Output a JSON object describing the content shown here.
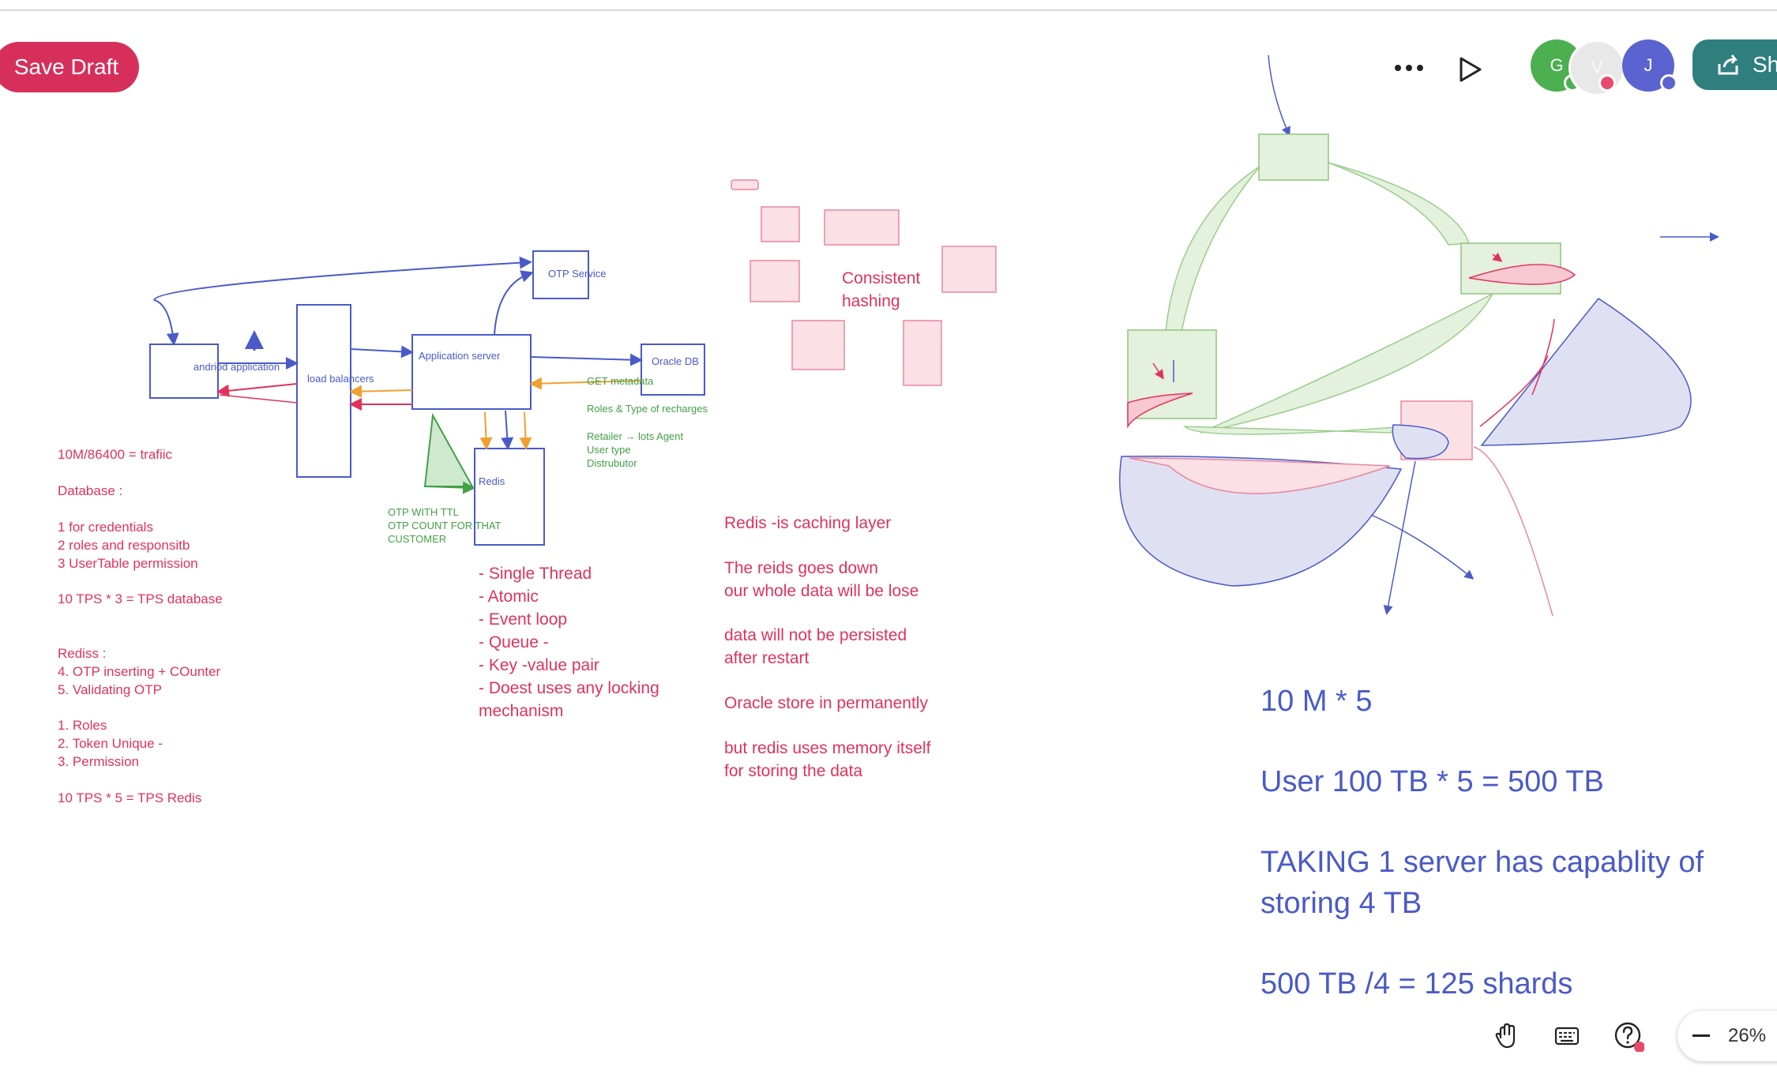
{
  "toolbar": {
    "save_label": "Save Draft",
    "share_label": "Sh",
    "avatars": [
      {
        "initial": "G",
        "color": "#4caf50",
        "status": "#4caf50"
      },
      {
        "initial": "V",
        "color": "#e3e3e3",
        "status": "#e84a6b"
      },
      {
        "initial": "J",
        "color": "#5a63cf",
        "status": "#5a63cf"
      }
    ]
  },
  "diagram": {
    "otp_service": "OTP Service",
    "android_app": "andriod application",
    "load_balancers": "load balancers",
    "app_server": "Application server",
    "oracle_db": "Oracle DB",
    "redis": "Redis",
    "get_metadata": "GET metadata",
    "roles_recharges": "Roles & Type of recharges",
    "retailer_notes": "Retailer → lots Agent\nUser type\nDistrubutor",
    "otp_ttl": "OTP WITH TTL\nOTP COUNT FOR THAT\nCUSTOMER",
    "consistent_hashing": "Consistent\nhashing"
  },
  "notes": {
    "traffic": "10M/86400 = trafiic",
    "database_title": "Database :",
    "database_items": "1 for credentials\n2 roles and responsitb\n3 UserTable permission",
    "tps_db": "10 TPS * 3 = TPS database",
    "rediss": "Rediss :\n4. OTP inserting  +  COunter\n5. Validating OTP",
    "roles_list": "1. Roles\n2. Token Unique -\n3. Permission",
    "tps_redis": "10 TPS * 5 = TPS Redis",
    "redis_props": "- Single Thread\n- Atomic\n- Event loop\n- Queue -\n- Key -value pair\n- Doest uses any locking\nmechanism",
    "redis_caching": "Redis -is caching layer",
    "redis_down": "The reids goes down\nour whole data will be lose",
    "not_persisted": "data will not be persisted\nafter restart",
    "oracle_store": "Oracle store in permanently",
    "redis_memory": "but redis uses memory itself\nfor storing the data",
    "calc1": "10 M * 5",
    "calc2": "User 100 TB * 5 = 500 TB",
    "calc3": "TAKING  1 server has capablity of\nstoring 4 TB",
    "calc4": "500 TB /4 = 125 shards"
  },
  "bottom": {
    "zoom": "26%",
    "icons": [
      "hand-icon",
      "keyboard-icon",
      "help-icon",
      "minus-icon"
    ]
  }
}
